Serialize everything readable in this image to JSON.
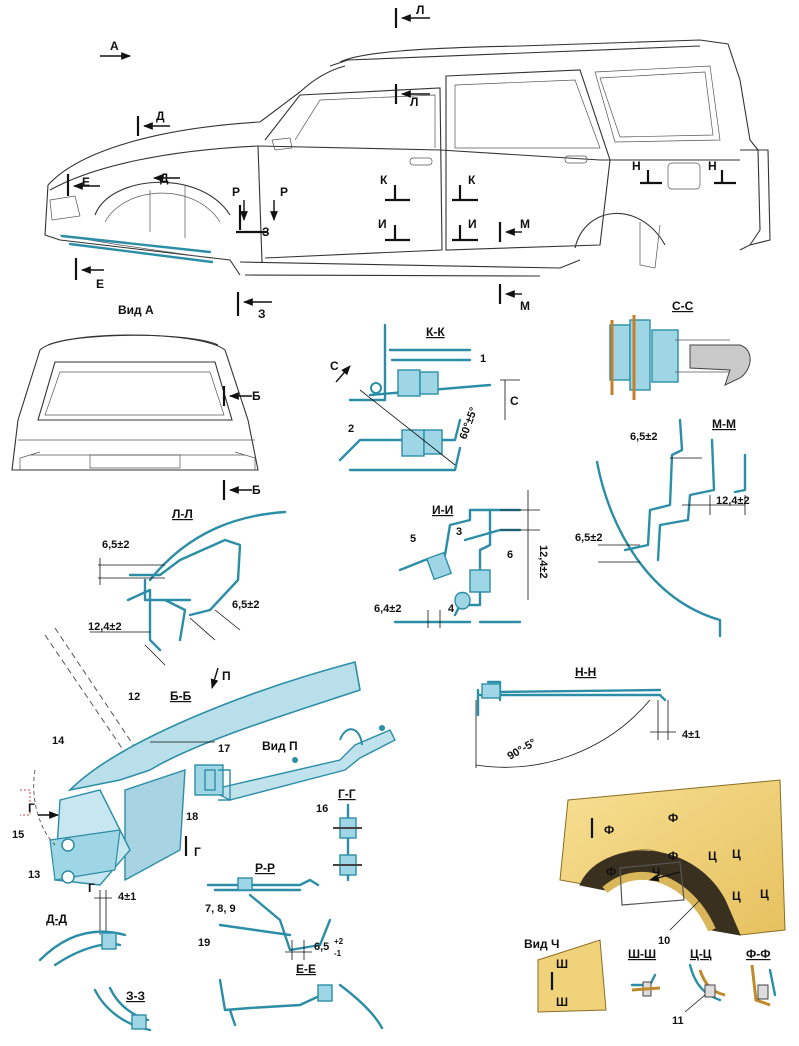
{
  "labels": {
    "view_a_arrow": "А",
    "view_a_title": "Вид А",
    "view_p_title": "Вид П",
    "view_ch_title": "Вид Ч",
    "view_p_arrow": "П",
    "sec_L": "Л",
    "sec_D": "Д",
    "sec_E": "Е",
    "sec_R": "Р",
    "sec_Z": "З",
    "sec_K": "К",
    "sec_I": "И",
    "sec_M": "М",
    "sec_N": "Н",
    "sec_B": "Б",
    "sec_C": "С",
    "sec_G": "Г",
    "sec_F": "Ф",
    "sec_Ch": "Ч",
    "sec_Ts": "Ц",
    "sec_Sh": "Ш"
  },
  "sections": {
    "kk": "К-К",
    "ss": "С-С",
    "mm": "М-М",
    "ll": "Л-Л",
    "ii": "И-И",
    "bb": "Б-Б",
    "nn": "Н-Н",
    "gg": "Г-Г",
    "rr": "Р-Р",
    "dd": "Д-Д",
    "ee": "Е-Е",
    "zz": "З-З",
    "shsh": "Ш-Ш",
    "tsts": "Ц-Ц",
    "ff": "Ф-Ф"
  },
  "dims": {
    "d65": "6,5±2",
    "d124": "12,4±2",
    "d64": "6,4±2",
    "d41": "4±1",
    "d65r": "6,5",
    "d65r_tol_up": "+2",
    "d65r_tol_dn": "-1",
    "angle60": "60°±5°",
    "angle90": "90°-5°"
  },
  "numbers": {
    "n1": "1",
    "n2": "2",
    "n3": "3",
    "n4": "4",
    "n5": "5",
    "n6": "6",
    "n789": "7, 8, 9",
    "n10": "10",
    "n11": "11",
    "n12": "12",
    "n13": "13",
    "n14": "14",
    "n15": "15",
    "n16": "16",
    "n17": "17",
    "n18": "18",
    "n19": "19"
  },
  "colors": {
    "seal": "#2c8ea6",
    "seal_fill": "#9fd6e6",
    "fender": "#f0d27a",
    "line": "#333333"
  }
}
